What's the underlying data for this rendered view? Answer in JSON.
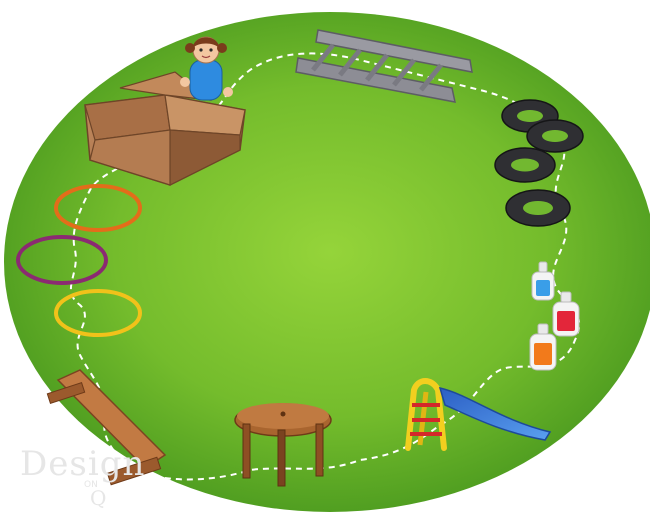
{
  "scene": {
    "description_colors": {
      "grass_light": "#8fd13a",
      "grass_dark": "#3f8f1a",
      "path_dash": "#ffffff",
      "box": "#b27a52",
      "hoop_orange": "#f07a1e",
      "hoop_purple": "#9a2a7a",
      "hoop_yellow": "#f3c21a",
      "ladder": "#7f7f86",
      "tire": "#2f2f33",
      "slide_blue": "#3b74d2",
      "slide_frame_yellow": "#f2cf1f",
      "table_wood": "#9b5a2d"
    },
    "objects": [
      "cardboard-box",
      "girl",
      "hula-hoop-orange",
      "hula-hoop-purple",
      "hula-hoop-yellow",
      "balance-beam",
      "stool",
      "slide",
      "bottle-blue",
      "bottle-red",
      "bottle-orange",
      "tire-stack",
      "ladder"
    ]
  },
  "watermark": {
    "main": "Design",
    "sub": "ON",
    "letter": "Q"
  }
}
